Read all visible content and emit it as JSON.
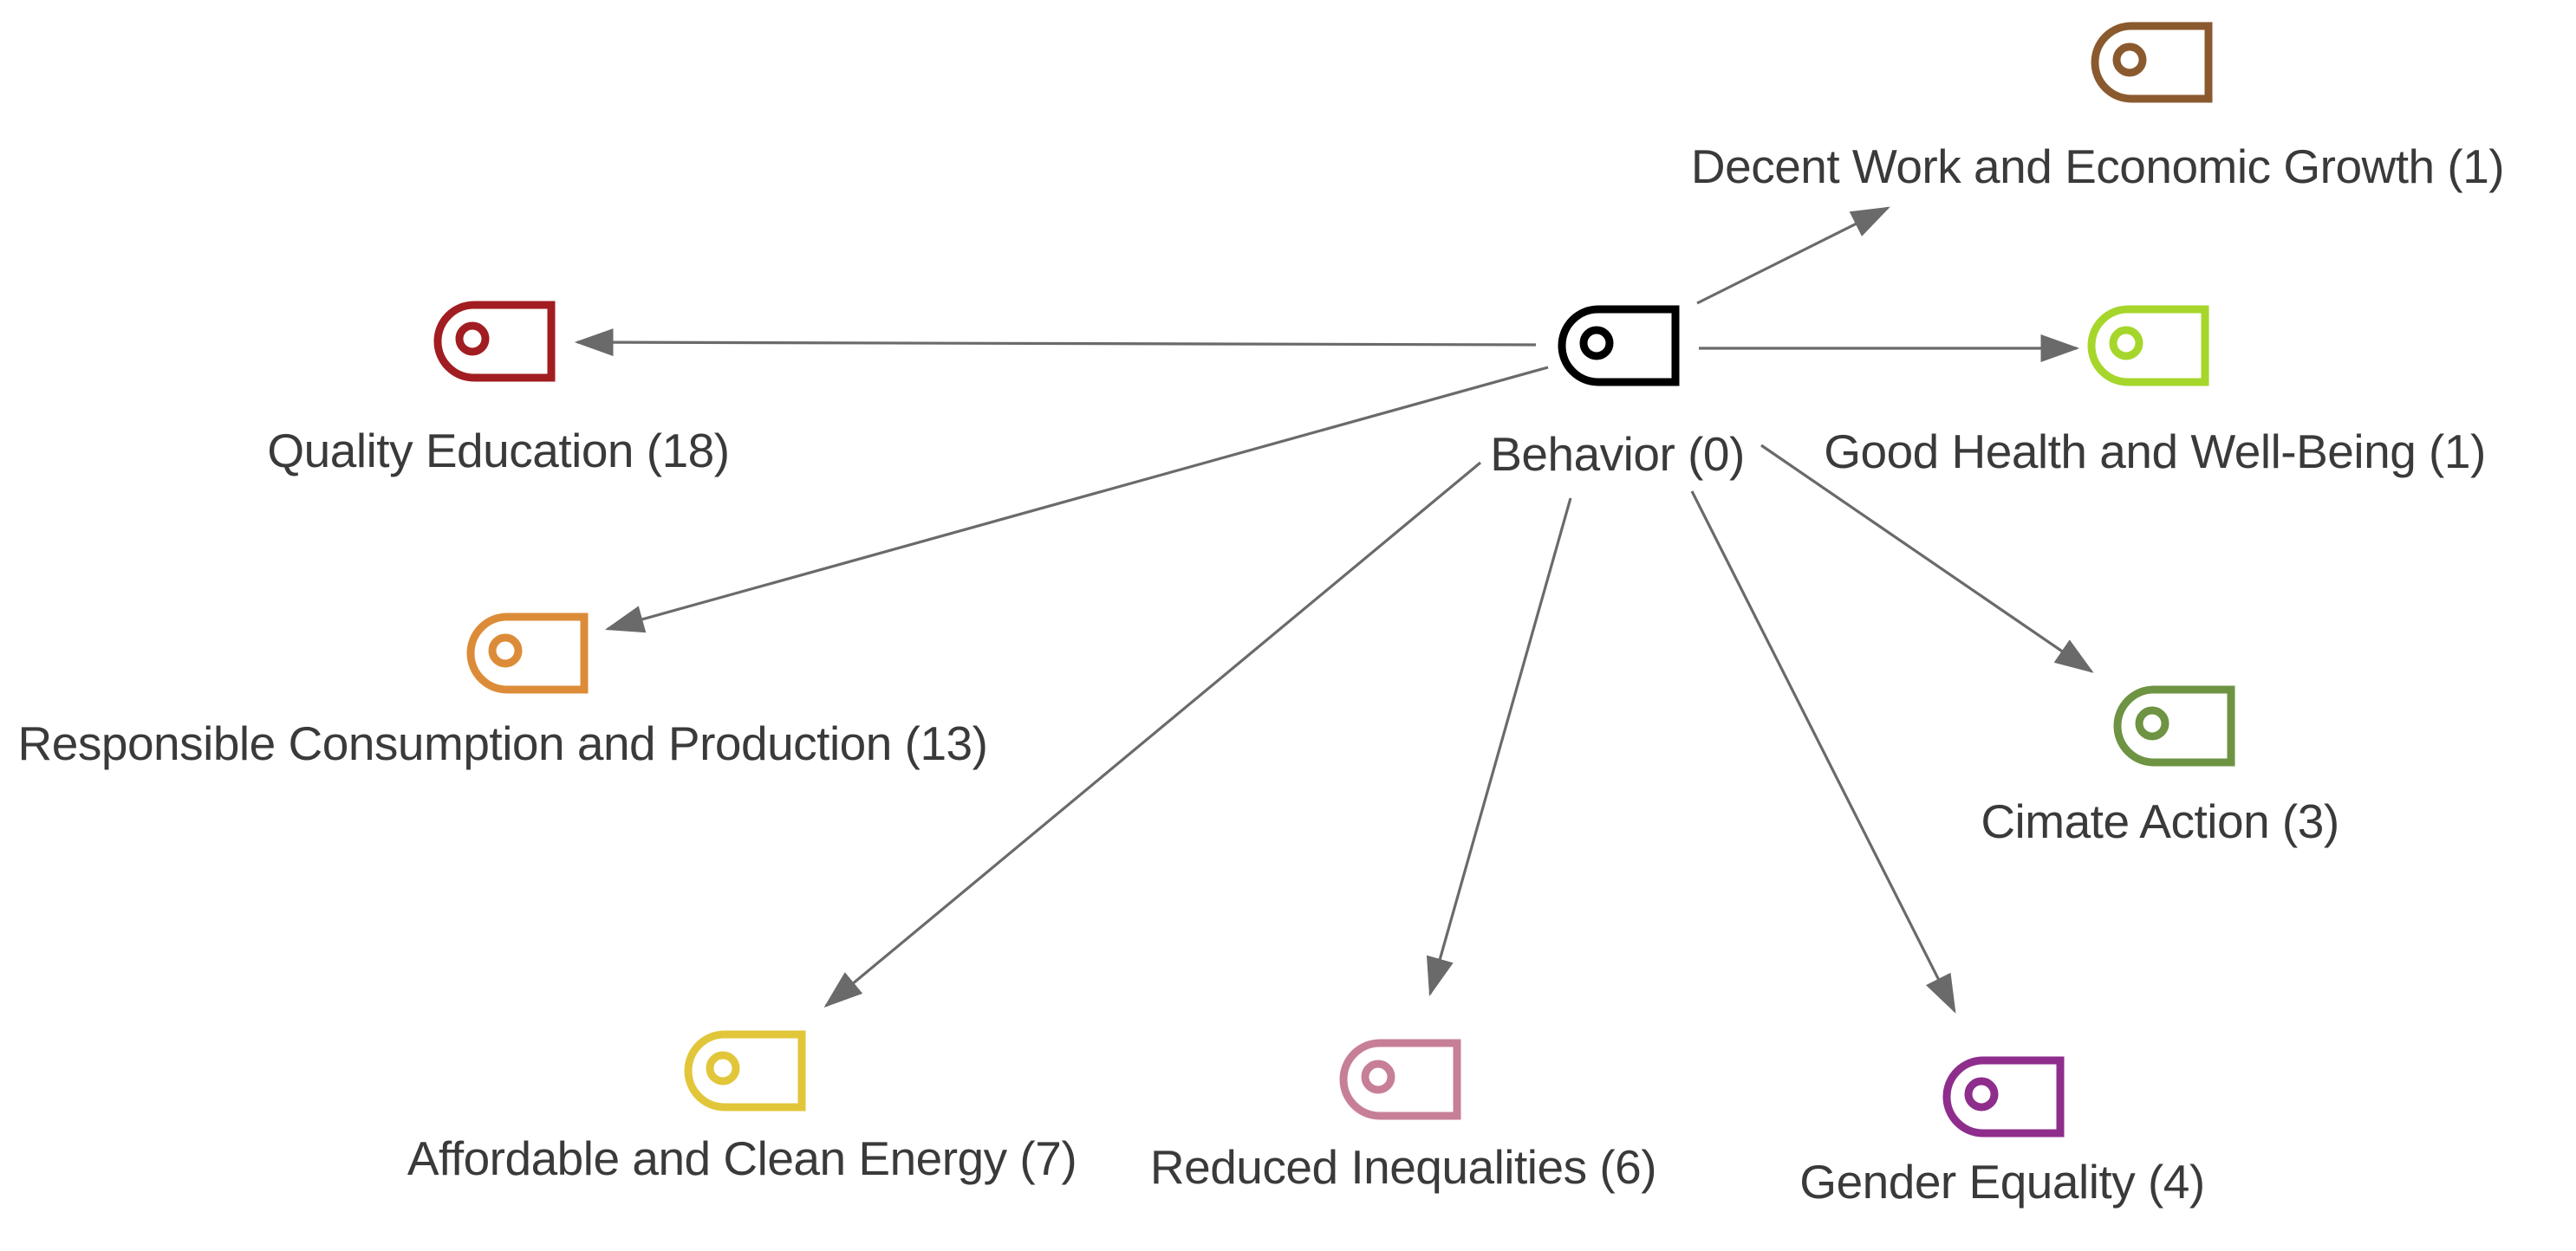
{
  "diagram": {
    "type": "node-link-graph",
    "background": "#ffffff",
    "arrow_color": "#6a6a6a",
    "label_color": "#3a3a3a",
    "center_node": "Behavior (0)",
    "nodes": [
      {
        "id": "behavior",
        "label": "Behavior (0)",
        "count": 0,
        "color": "#000000",
        "icon": "tag-icon"
      },
      {
        "id": "decent-work-and-economic-growth",
        "label": "Decent Work and Economic Growth (1)",
        "count": 1,
        "color": "#8a5a2e",
        "icon": "tag-icon"
      },
      {
        "id": "good-health-and-well-being",
        "label": "Good Health and Well-Being (1)",
        "count": 1,
        "color": "#a6d62b",
        "icon": "tag-icon"
      },
      {
        "id": "quality-education",
        "label": "Quality Education (18)",
        "count": 18,
        "color": "#a11d21",
        "icon": "tag-icon"
      },
      {
        "id": "responsible-consumption-and-production",
        "label": "Responsible Consumption and Production (13)",
        "count": 13,
        "color": "#dc8c38",
        "icon": "tag-icon"
      },
      {
        "id": "cimate-action",
        "label": "Cimate Action (3)",
        "count": 3,
        "color": "#6d9343",
        "icon": "tag-icon"
      },
      {
        "id": "affordable-and-clean-energy",
        "label": "Affordable and Clean Energy (7)",
        "count": 7,
        "color": "#e2c63a",
        "icon": "tag-icon"
      },
      {
        "id": "reduced-inequalities",
        "label": "Reduced Inequalities (6)",
        "count": 6,
        "color": "#c77f97",
        "icon": "tag-icon"
      },
      {
        "id": "gender-equality",
        "label": "Gender Equality (4)",
        "count": 4,
        "color": "#8e2d8c",
        "icon": "tag-icon"
      }
    ],
    "edges": [
      {
        "from": "Behavior (0)",
        "to": "Decent Work and Economic Growth (1)"
      },
      {
        "from": "Behavior (0)",
        "to": "Good Health and Well-Being (1)"
      },
      {
        "from": "Behavior (0)",
        "to": "Quality Education (18)"
      },
      {
        "from": "Behavior (0)",
        "to": "Responsible Consumption and Production (13)"
      },
      {
        "from": "Behavior (0)",
        "to": "Affordable and Clean Energy (7)"
      },
      {
        "from": "Behavior (0)",
        "to": "Reduced Inequalities (6)"
      },
      {
        "from": "Behavior (0)",
        "to": "Gender Equality (4)"
      },
      {
        "from": "Behavior (0)",
        "to": "Cimate Action (3)"
      }
    ]
  }
}
